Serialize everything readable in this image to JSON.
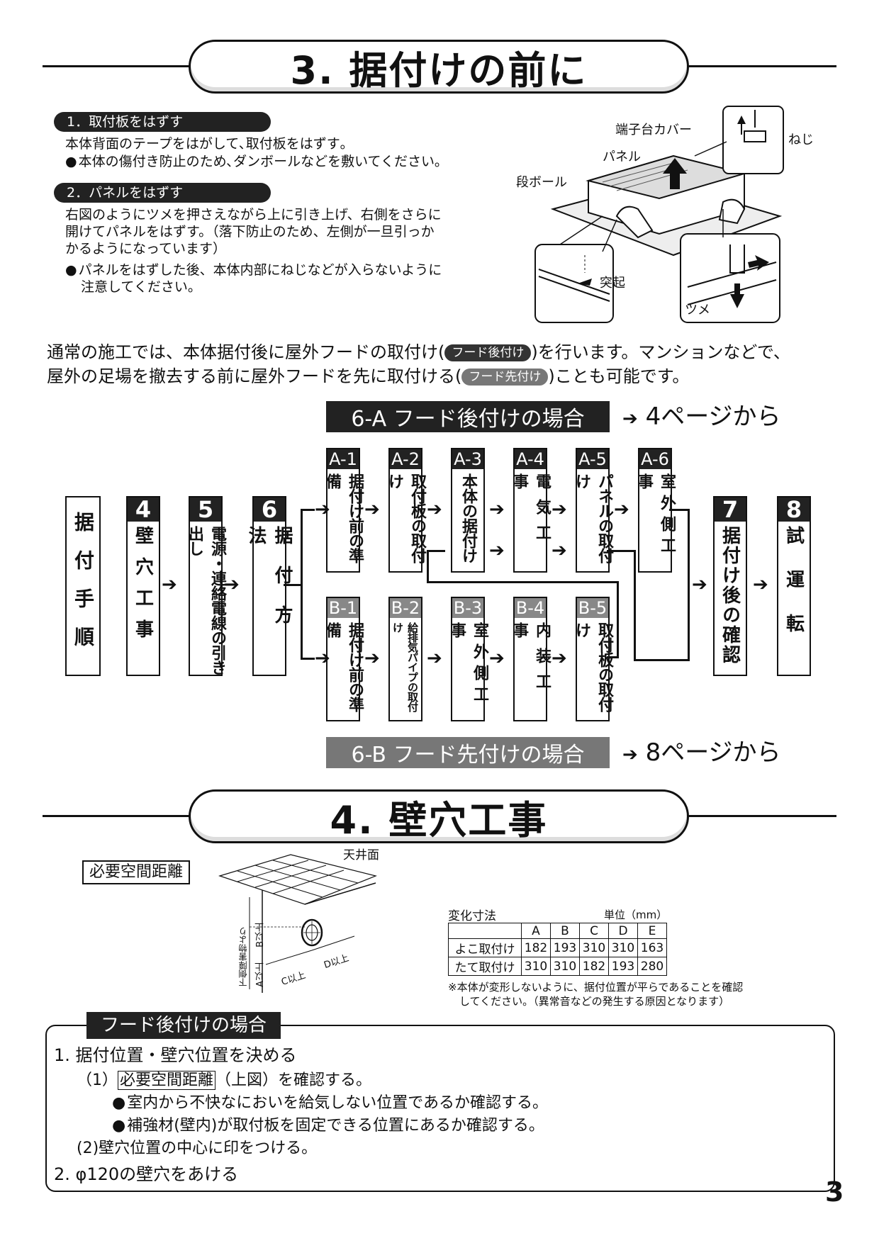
{
  "section3": {
    "title": "3. 据付けの前に"
  },
  "step1": {
    "label": "1．取付板をはずす",
    "line1": "本体背面のテープをはがして､取付板をはずす｡",
    "bullet1": "本体の傷付き防止のため､ダンボールなどを敷いてください｡"
  },
  "step2": {
    "label": "2．パネルをはずす",
    "line1": "右図のようにツメを押さえながら上に引き上げ、右側をさらに",
    "line2": "開けてパネルをはずす。（落下防止のため、左側が一旦引っか",
    "line3": "かるようになっています）",
    "bullet1a": "パネルをはずした後、本体内部にねじなどが入らないように",
    "bullet1b": "注意してください。"
  },
  "figure1": {
    "terminal_cover": "端子台カバー",
    "screw": "ねじ",
    "panel": "パネル",
    "cardboard": "段ボール",
    "protrusion": "突起",
    "tab": "ツメ"
  },
  "intro": {
    "line1_a": "通常の施工では、本体据付後に屋外フードの取付け(",
    "chip_after": "フード後付け",
    "line1_b": ")を行います。マンションなどで、",
    "line2_a": "屋外の足場を撤去する前に屋外フードを先に取付ける(",
    "chip_before": "フード先付け",
    "line2_b": ")ことも可能です。"
  },
  "flow": {
    "banner_a": "6-A  フード後付けの場合",
    "banner_a_ref": "4ページから",
    "banner_b": "6-B  フード先付けの場合",
    "banner_b_ref": "8ページから",
    "arrow": "➔",
    "main_label": "据付手順",
    "steps": [
      {
        "num": "4",
        "text": "壁穴工事"
      },
      {
        "num": "5",
        "text": "電源・連絡電線の引き出し"
      },
      {
        "num": "6",
        "text": "据付方法"
      },
      {
        "num": "7",
        "text": "据付け後の確認"
      },
      {
        "num": "8",
        "text": "試運転"
      }
    ],
    "a_steps": [
      {
        "code": "A-1",
        "text": "据付け前の準備"
      },
      {
        "code": "A-2",
        "text": "取付板の取付け"
      },
      {
        "code": "A-3",
        "text": "本体の据付け"
      },
      {
        "code": "A-4",
        "text": "電気工事"
      },
      {
        "code": "A-5",
        "text": "パネルの取付け"
      },
      {
        "code": "A-6",
        "text": "室外側工事"
      }
    ],
    "b_steps": [
      {
        "code": "B-1",
        "text": "据付け前の準備"
      },
      {
        "code": "B-2",
        "text": "給排気パイプの取付け"
      },
      {
        "code": "B-3",
        "text": "室外側工事"
      },
      {
        "code": "B-4",
        "text": "内装工事"
      },
      {
        "code": "B-5",
        "text": "取付板の取付け"
      }
    ]
  },
  "section4": {
    "title": "4. 壁穴工事"
  },
  "clearance": {
    "label": "必要空間距離",
    "ceiling": "天井面",
    "b_over": "B以上",
    "a_over": "A以上",
    "lower_obstacle": "下側障害物より",
    "c_over": "C以上",
    "d_over": "D以上"
  },
  "dim_table": {
    "title": "変化寸法",
    "unit": "単位（mm）",
    "headers": [
      "",
      "A",
      "B",
      "C",
      "D",
      "E"
    ],
    "rows": [
      [
        "よこ取付け",
        "182",
        "193",
        "310",
        "310",
        "163"
      ],
      [
        "たて取付け",
        "310",
        "310",
        "182",
        "193",
        "280"
      ]
    ],
    "note1": "※本体が変形しないように、据付位置が平らであることを確認",
    "note2": "してください。（異常音などの発生する原因となります）"
  },
  "hood_after": {
    "title": "フード後付けの場合",
    "item1": "1. 据付位置・壁穴位置を決める",
    "sub1_a": "（1）",
    "sub1_box": "必要空間距離",
    "sub1_b": "（上図）を確認する。",
    "bullet_a": "室内から不快なにおいを給気しない位置であるか確認する。",
    "bullet_b": "補強材(壁内)が取付板を固定できる位置にあるか確認する。",
    "sub2": "(2)壁穴位置の中心に印をつける。",
    "item2": "2. φ120の壁穴をあける"
  },
  "page_number": "3"
}
